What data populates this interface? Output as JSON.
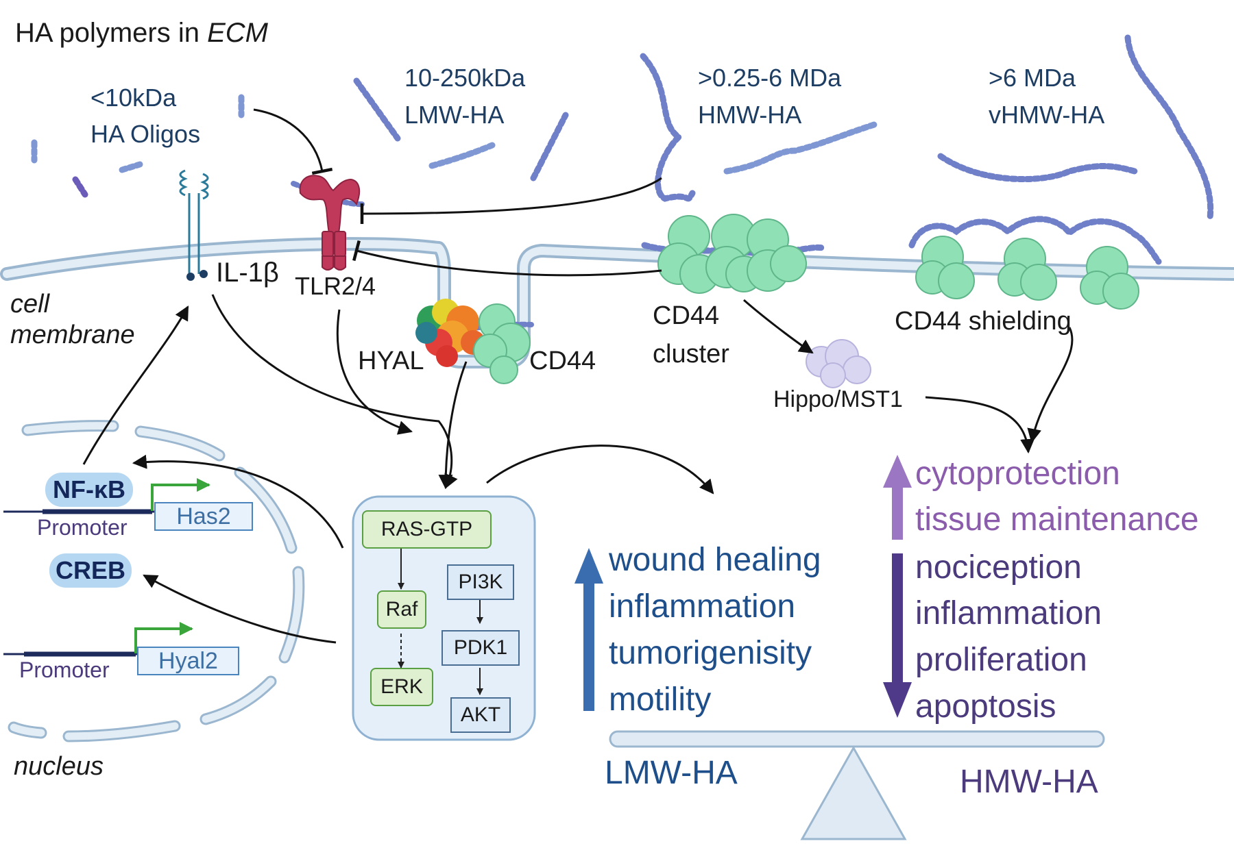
{
  "title": {
    "main": "HA polymers in ",
    "italic": "ECM"
  },
  "ha_classes": [
    {
      "size": "<10kDa",
      "name": "HA Oligos"
    },
    {
      "size": "10-250kDa",
      "name": "LMW-HA"
    },
    {
      "size": ">0.25-6 MDa",
      "name": "HMW-HA"
    },
    {
      "size": ">6 MDa",
      "name": "vHMW-HA"
    }
  ],
  "membrane_labels": {
    "cell_membrane": [
      "cell",
      "membrane"
    ],
    "nucleus": "nucleus",
    "il1b": "IL-1β",
    "tlr": "TLR2/4",
    "hyal": "HYAL",
    "cd44": "CD44",
    "cd44_cluster": [
      "CD44",
      "cluster"
    ],
    "hippo": "Hippo/MST1",
    "cd44_shielding": "CD44 shielding"
  },
  "nucleus_content": {
    "tf1": "NF-κB",
    "tf2": "CREB",
    "promoter1": "Promoter",
    "promoter2": "Promoter",
    "gene1": "Has2",
    "gene2": "Hyal2"
  },
  "signaling": {
    "ras": "RAS-GTP",
    "raf": "Raf",
    "erk": "ERK",
    "pi3k": "PI3K",
    "pdk1": "PDK1",
    "akt": "AKT"
  },
  "lmw_effects": [
    "wound healing",
    "inflammation",
    "tumorigenisity",
    "motility"
  ],
  "hmw_up_effects": [
    "cytoprotection",
    "tissue maintenance"
  ],
  "hmw_down_effects": [
    "nociception",
    "inflammation",
    "proliferation",
    "apoptosis"
  ],
  "balance": {
    "left": "LMW-HA",
    "right": "HMW-HA"
  },
  "colors": {
    "ha_chain_light": "#7f97d3",
    "ha_chain_dark": "#5a4aa8",
    "membrane": "#c8dbeb",
    "membrane_edge": "#9bb6cf",
    "cd44": "#8fe0b4",
    "tlr": "#c0395a",
    "up_arrow_blue": "#3a6db0",
    "up_arrow_lilac": "#9b76c2",
    "down_arrow_purple": "#4f3a8a"
  }
}
